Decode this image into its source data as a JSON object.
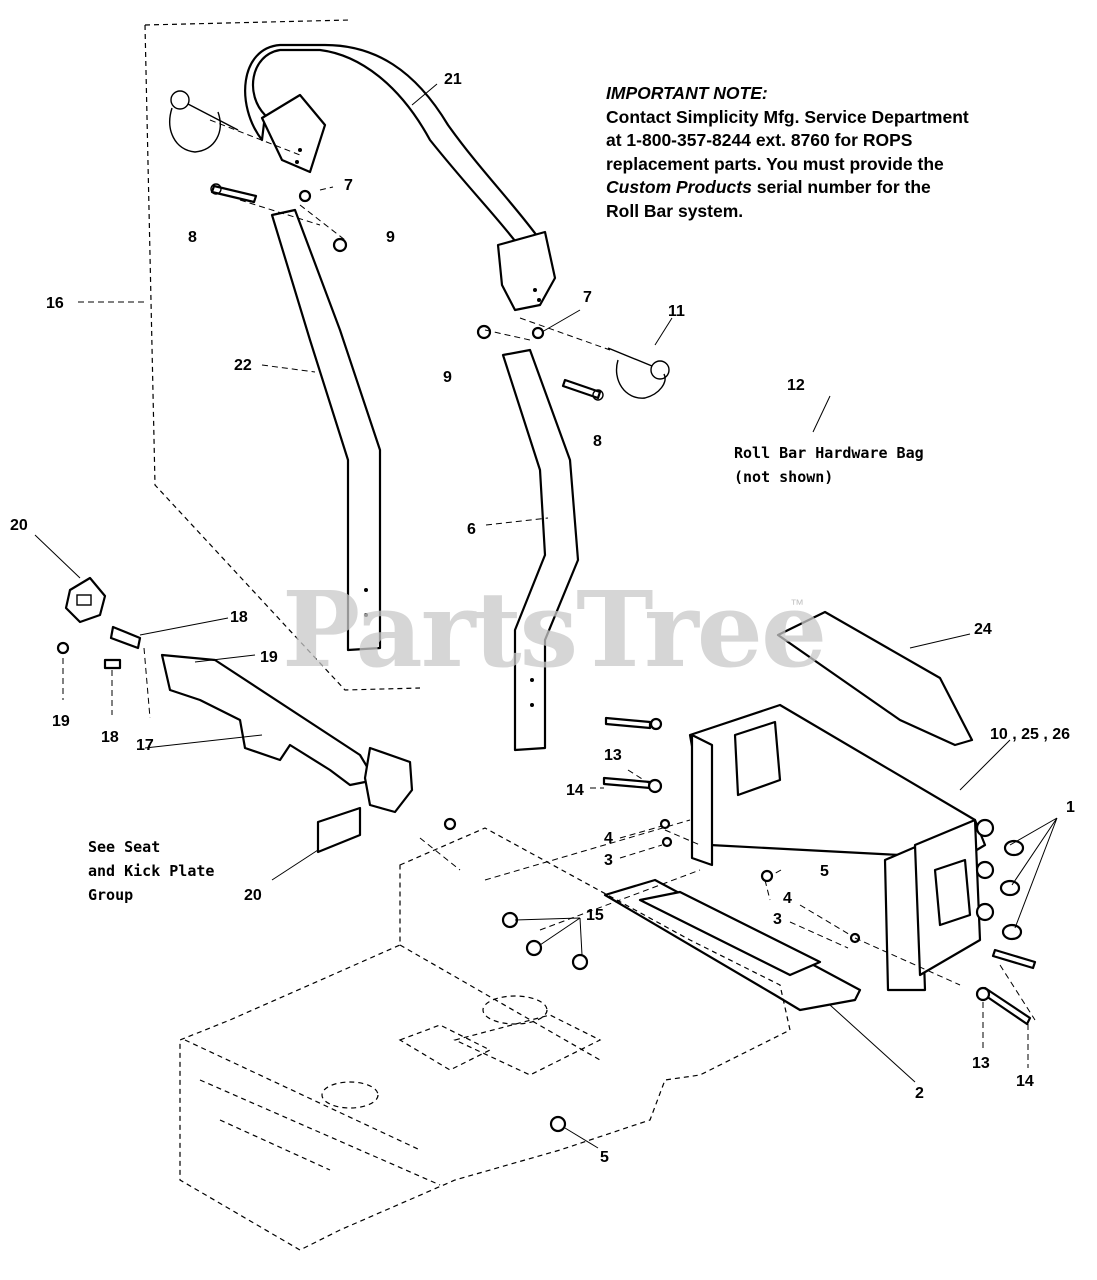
{
  "note": {
    "title": "IMPORTANT NOTE:",
    "line1": "Contact Simplicity Mfg. Service Department",
    "line2": "at 1-800-357-8244 ext. 8760 for ROPS",
    "line3": "replacement parts. You must provide the",
    "line4_italic": "Custom Products",
    "line4_rest": " serial number for the",
    "line5": "Roll Bar system."
  },
  "hardware_bag": {
    "line1": "Roll Bar Hardware Bag",
    "line2": "(not shown)"
  },
  "seat_group": {
    "line1": "See Seat",
    "line2": "and Kick Plate",
    "line3": "Group"
  },
  "watermark": {
    "text": "PartsTree",
    "trademark": "™"
  },
  "callouts": {
    "c21": "21",
    "c7a": "7",
    "c8a": "8",
    "c9a": "9",
    "c16": "16",
    "c22": "22",
    "c7b": "7",
    "c11": "11",
    "c9b": "9",
    "c8b": "8",
    "c12": "12",
    "c6": "6",
    "c20a": "20",
    "c18a": "18",
    "c19a": "19",
    "c19b": "19",
    "c18b": "18",
    "c17": "17",
    "c24": "24",
    "c10": "10 , 25 , 26",
    "c1": "1",
    "c13a": "13",
    "c14a": "14",
    "c4a": "4",
    "c3a": "3",
    "c5a": "5",
    "c4b": "4",
    "c3b": "3",
    "c15": "15",
    "c20b": "20",
    "c13b": "13",
    "c14b": "14",
    "c2": "2",
    "c5b": "5"
  }
}
